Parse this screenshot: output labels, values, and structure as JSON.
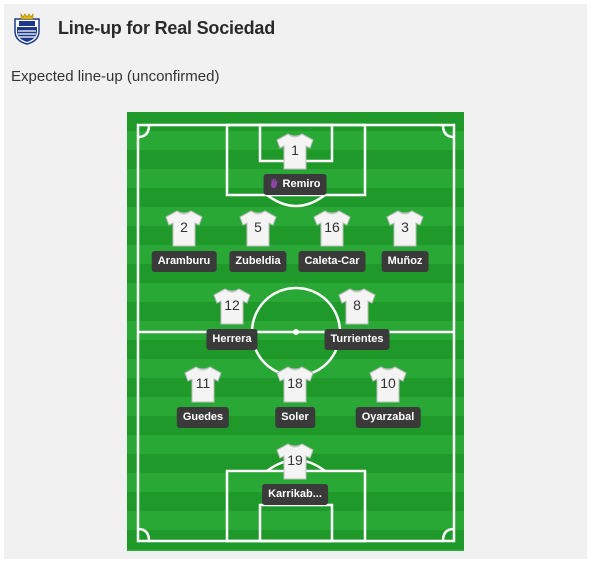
{
  "header": {
    "title": "Line-up for Real Sociedad",
    "crest_icon": "real-sociedad-crest-icon"
  },
  "subtitle": "Expected line-up (unconfirmed)",
  "colors": {
    "pitch_dark": "#1f9a2a",
    "pitch_light": "#2aa836",
    "name_tag": "#3a3a3a",
    "gk_badge": "#8e44ad"
  },
  "players": [
    {
      "number": "1",
      "name": "Remiro",
      "goalkeeper": true
    },
    {
      "number": "2",
      "name": "Aramburu"
    },
    {
      "number": "5",
      "name": "Zubeldia"
    },
    {
      "number": "16",
      "name": "Caleta-Car"
    },
    {
      "number": "3",
      "name": "Muñoz"
    },
    {
      "number": "12",
      "name": "Herrera"
    },
    {
      "number": "8",
      "name": "Turrientes"
    },
    {
      "number": "11",
      "name": "Guedes"
    },
    {
      "number": "18",
      "name": "Soler"
    },
    {
      "number": "10",
      "name": "Oyarzabal"
    },
    {
      "number": "19",
      "name": "Karrikab..."
    }
  ]
}
